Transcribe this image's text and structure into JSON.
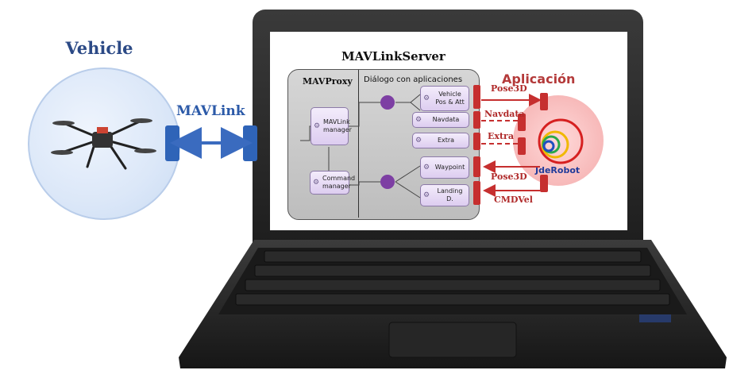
{
  "vehicle": {
    "title": "Vehicle"
  },
  "link": {
    "label": "MAVLink"
  },
  "server": {
    "title": "MAVLinkServer",
    "proxy_title": "MAVProxy",
    "dialog_title": "Diálogo con aplicaciones",
    "mavlink_manager": "MAVLink manager",
    "command_manager": "Command manager",
    "modules": [
      "Vehicle Pos & Att",
      "Navdata",
      "Extra",
      "Waypoint",
      "Landing D."
    ]
  },
  "app": {
    "title": "Aplicación",
    "name": "JdeRobot"
  },
  "interfaces": [
    "Pose3D",
    "Navdata",
    "Extra",
    "Pose3D",
    "CMDVel"
  ],
  "colors": {
    "vehicle_title": "#2c4a86",
    "link": "#2c5aa8",
    "node": "#7d3fa3",
    "interface": "#c62f2f",
    "app_title": "#b43a3a",
    "jderobot": "#1f3a9a"
  }
}
